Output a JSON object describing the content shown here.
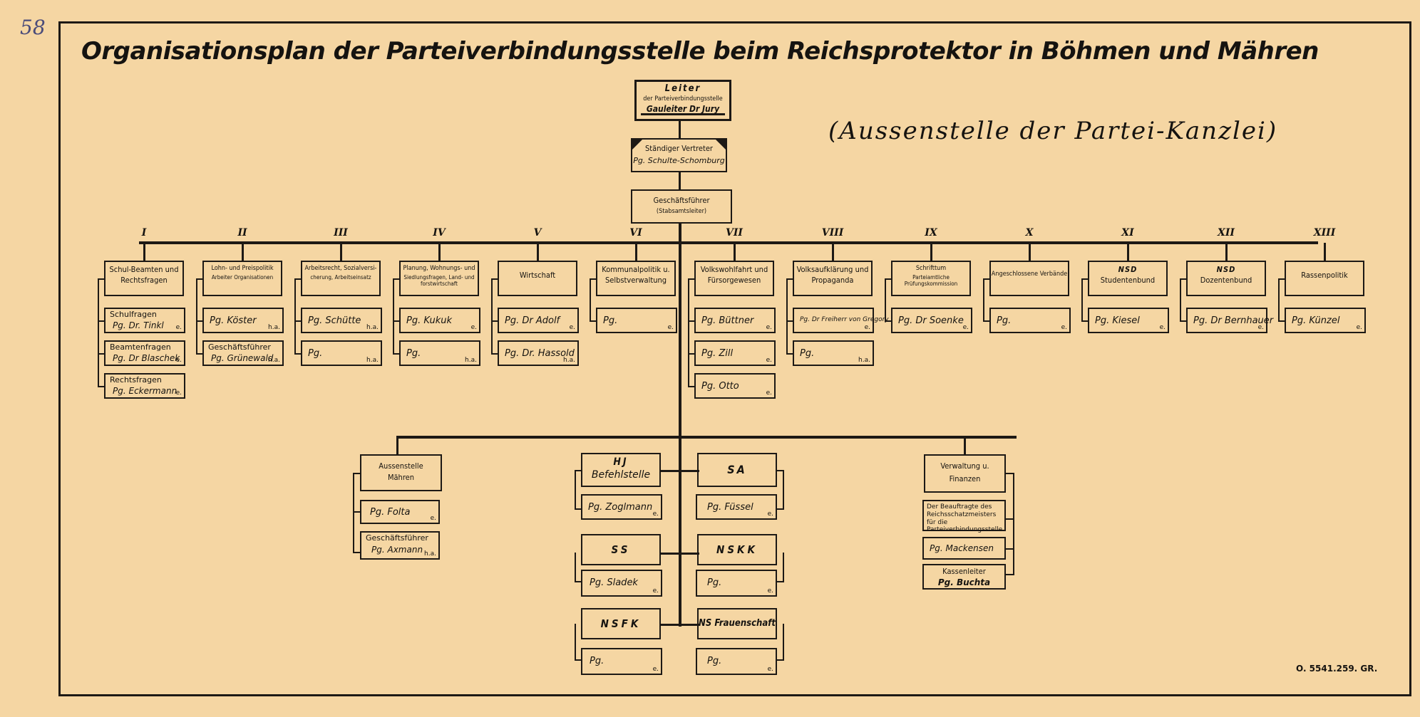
{
  "page_number": "58",
  "title": "Organisationsplan der Parteiverbindungsstelle beim Reichsprotektor in Böhmen und Mähren",
  "subtitle": "(Aussenstelle der Partei-Kanzlei)",
  "archive_ref": "O. 5541.259. GR.",
  "top": {
    "leiter": {
      "line1": "Leiter",
      "line2": "der Parteiverbindungsstelle",
      "line3": "Gauleiter Dr Jury"
    },
    "vertreter": {
      "line1": "Ständiger Vertreter",
      "line2": "Pg. Schulte-Schomburg"
    },
    "geschaeftsfuehrer": {
      "line1": "Geschäftsführer",
      "line2": "(Stabsamtsleiter)"
    }
  },
  "departments": [
    {
      "roman": "I",
      "title1": "Schul-Beamten und",
      "title2": "Rechtsfragen",
      "subs": [
        {
          "l1": "Schulfragen",
          "l2": "Pg. Dr. Tinkl",
          "tag": "e."
        },
        {
          "l1": "Beamtenfragen",
          "l2": "Pg. Dr Blaschek",
          "tag": "e."
        },
        {
          "l1": "Rechtsfragen",
          "l2": "Pg. Eckermann",
          "tag": "e."
        }
      ]
    },
    {
      "roman": "II",
      "title1": "Lohn- und Preispolitik",
      "title2": "Arbeiter Organisationen",
      "subs": [
        {
          "l1": "Pg. Köster",
          "l2": "",
          "tag": "h.a."
        },
        {
          "l1": "Geschäftsführer",
          "l2": "Pg. Grünewald",
          "tag": "h.a."
        }
      ]
    },
    {
      "roman": "III",
      "title1": "Arbeitsrecht, Sozialversi-",
      "title2": "cherung, Arbeitseinsatz",
      "subs": [
        {
          "l1": "Pg. Schütte",
          "l2": "",
          "tag": "h.a."
        },
        {
          "l1": "Pg.",
          "l2": "",
          "tag": "h.a."
        }
      ]
    },
    {
      "roman": "IV",
      "title1": "Planung, Wohnungs- und",
      "title2": "Siedlungsfragen, Land- und forstwirtschaft",
      "subs": [
        {
          "l1": "Pg. Kukuk",
          "l2": "",
          "tag": "e."
        },
        {
          "l1": "Pg.",
          "l2": "",
          "tag": "h.a."
        }
      ]
    },
    {
      "roman": "V",
      "title1": "Wirtschaft",
      "title2": "",
      "subs": [
        {
          "l1": "Pg. Dr Adolf",
          "l2": "",
          "tag": "e."
        },
        {
          "l1": "Pg. Dr. Hassold",
          "l2": "",
          "tag": "h.a."
        }
      ]
    },
    {
      "roman": "VI",
      "title1": "Kommunalpolitik u.",
      "title2": "Selbstverwaltung",
      "subs": [
        {
          "l1": "Pg.",
          "l2": "",
          "tag": "e."
        }
      ]
    },
    {
      "roman": "VII",
      "title1": "Volkswohlfahrt und",
      "title2": "Fürsorgewesen",
      "subs": [
        {
          "l1": "Pg. Büttner",
          "l2": "",
          "tag": "e."
        },
        {
          "l1": "Pg. Zill",
          "l2": "",
          "tag": "e."
        },
        {
          "l1": "Pg. Otto",
          "l2": "",
          "tag": "e."
        }
      ]
    },
    {
      "roman": "VIII",
      "title1": "Volksaufklärung und",
      "title2": "Propaganda",
      "subs": [
        {
          "l1": "Pg. Dr Freiherr von Gregory",
          "l2": "",
          "tag": "e."
        },
        {
          "l1": "Pg.",
          "l2": "",
          "tag": "h.a."
        }
      ]
    },
    {
      "roman": "IX",
      "title1": "Schrifttum",
      "title2": "Parteiamtliche Prüfungskommission",
      "subs": [
        {
          "l1": "Pg. Dr Soenke",
          "l2": "",
          "tag": "e."
        }
      ]
    },
    {
      "roman": "X",
      "title1": "Angeschlossene Verbände",
      "title2": "",
      "subs": [
        {
          "l1": "Pg.",
          "l2": "",
          "tag": "e."
        }
      ]
    },
    {
      "roman": "XI",
      "title1": "NSD",
      "title2": "Studentenbund",
      "subs": [
        {
          "l1": "Pg. Kiesel",
          "l2": "",
          "tag": "e."
        }
      ]
    },
    {
      "roman": "XII",
      "title1": "NSD",
      "title2": "Dozentenbund",
      "subs": [
        {
          "l1": "Pg. Dr Bernhauer",
          "l2": "",
          "tag": "e."
        }
      ]
    },
    {
      "roman": "XIII",
      "title1": "Rassenpolitik",
      "title2": "",
      "subs": [
        {
          "l1": "Pg. Künzel",
          "l2": "",
          "tag": "e."
        }
      ]
    }
  ],
  "lower": {
    "maehren": {
      "title1": "Aussenstelle",
      "title2": "Mähren",
      "sub1": {
        "l1": "Pg. Folta",
        "tag": "e."
      },
      "sub2": {
        "l1": "Geschäftsführer",
        "l2": "Pg. Axmann",
        "tag": "h.a."
      }
    },
    "hj": {
      "title1": "HJ",
      "title2": "Befehlstelle",
      "person": "Pg. Zoglmann",
      "tag": "e."
    },
    "sa": {
      "title1": "SA",
      "person": "Pg. Füssel",
      "tag": "e."
    },
    "ss": {
      "title1": "SS",
      "person": "Pg. Sladek",
      "tag": "e."
    },
    "nskk": {
      "title1": "NSKK",
      "person": "Pg.",
      "tag": "e."
    },
    "nsfk": {
      "title1": "NSFK",
      "person": "Pg.",
      "tag": "e."
    },
    "frauenschaft": {
      "title1": "NS Frauenschaft",
      "person": "Pg.",
      "tag": "e."
    },
    "verwaltung": {
      "title1": "Verwaltung u.",
      "title2": "Finanzen",
      "sub1": "Der Beauftragte des Reichsschatzmeisters für die Parteiverbindungsstelle",
      "sub2": "Pg. Mackensen",
      "sub3a": "Kassenleiter",
      "sub3b": "Pg. Buchta"
    }
  }
}
